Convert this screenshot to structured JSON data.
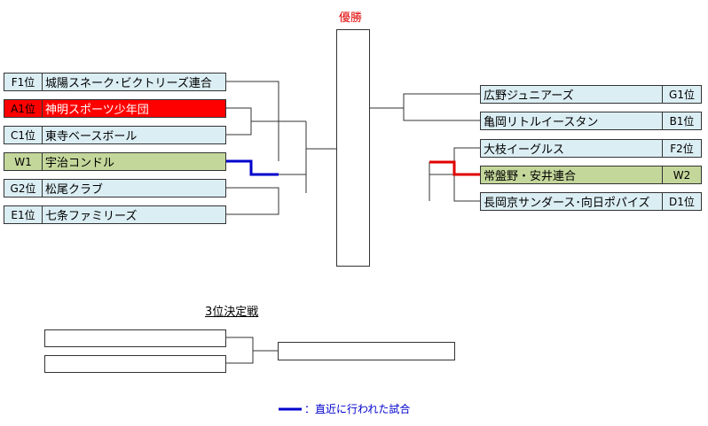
{
  "title": "優勝",
  "colors": {
    "bracket_line": "#333333",
    "recent_line": "#0000cc",
    "winner_line": "#e00000",
    "title_text": "#e00000",
    "box_light_blue": "#dbeef4",
    "box_green": "#c4d79b",
    "box_red": "#ff0000",
    "box_white": "#ffffff"
  },
  "left_teams": [
    {
      "seed": "F1位",
      "name": "城陽スネーク･ビクトリーズ連合",
      "style": "light",
      "spread": false
    },
    {
      "seed": "A1位",
      "name": "神明スポーツ少年団",
      "style": "red",
      "spread": true
    },
    {
      "seed": "C1位",
      "name": "東寺ベースボール",
      "style": "light",
      "spread": true
    },
    {
      "seed": "W1",
      "name": "宇治コンドル",
      "style": "green",
      "spread": true
    },
    {
      "seed": "G2位",
      "name": "松尾クラブ",
      "style": "light",
      "spread": true
    },
    {
      "seed": "E1位",
      "name": "七条ファミリーズ",
      "style": "light",
      "spread": true
    }
  ],
  "right_teams": [
    {
      "seed": "G1位",
      "name": "広野ジュニアーズ",
      "style": "light",
      "spread": true
    },
    {
      "seed": "B1位",
      "name": "亀岡リトルイースタン",
      "style": "light",
      "spread": true
    },
    {
      "seed": "F2位",
      "name": "大枝イーグルス",
      "style": "light",
      "spread": true
    },
    {
      "seed": "W2",
      "name": "常盤野・安井連合",
      "style": "green",
      "spread": true
    },
    {
      "seed": "D1位",
      "name": "長岡京サンダース･向日ポパイズ",
      "style": "light",
      "spread": false
    }
  ],
  "third_place": {
    "title": "3位決定戦"
  },
  "legend": {
    "text": "：直近に行われた試合"
  }
}
